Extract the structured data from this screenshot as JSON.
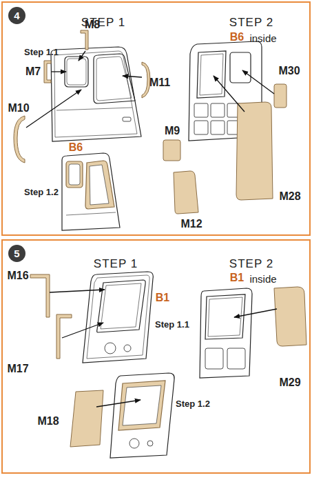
{
  "diagram": {
    "nodes": [
      {
        "text": [
          "4"
        ]
      },
      {
        "text": [
          "5"
        ]
      }
    ],
    "labels": [
      "STEP 1",
      "Step 1.1",
      "M8",
      "M7",
      "M11",
      "M10",
      "B6",
      "M9",
      "Step 1.2",
      "M12",
      "STEP 2",
      "B6",
      "inside",
      "M30",
      "M28",
      "STEP 1",
      "M16",
      "B1",
      "Step 1.1",
      "M17",
      "M18",
      "Step 1.2",
      "STEP 2",
      "B1",
      "inside",
      "M29"
    ]
  }
}
